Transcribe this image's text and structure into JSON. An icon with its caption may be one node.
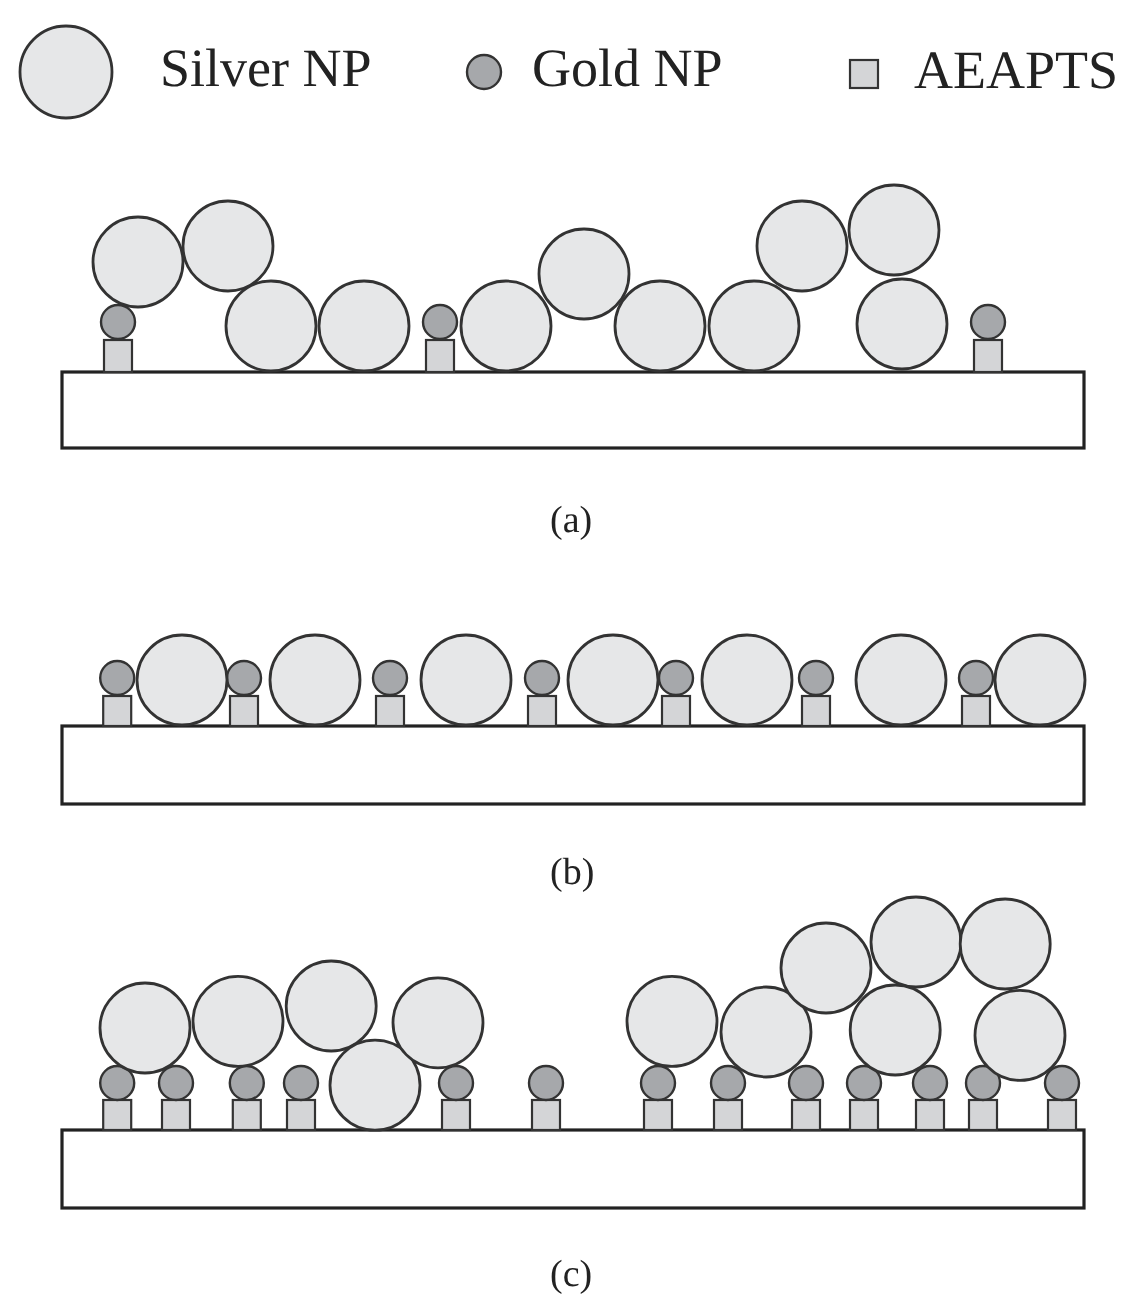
{
  "diagram": {
    "labels": [
      "(a)",
      "(b)",
      "(c)"
    ],
    "legend": [
      {
        "text": "Silver NP"
      },
      {
        "text": "Gold NP"
      },
      {
        "text": "AEAPTS"
      }
    ]
  }
}
